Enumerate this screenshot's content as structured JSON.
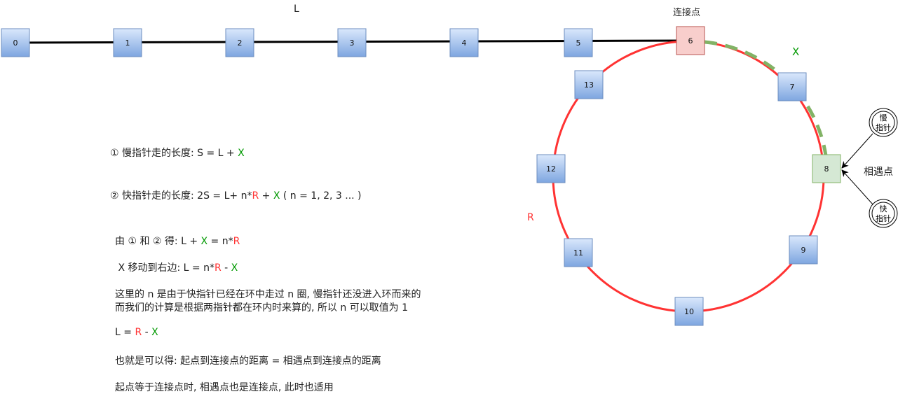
{
  "labels": {
    "L": "L",
    "X": "X",
    "R": "R",
    "connect_point": "连接点",
    "meet_point": "相遇点",
    "slow_pointer": [
      "慢",
      "指针"
    ],
    "fast_pointer": [
      "快",
      "指针"
    ]
  },
  "nodes": [
    "0",
    "1",
    "2",
    "3",
    "4",
    "5",
    "6",
    "7",
    "8",
    "9",
    "10",
    "11",
    "12",
    "13"
  ],
  "colors": {
    "node_fill": "#a9c4eb",
    "node_stroke": "#6c8ebf",
    "connect_fill": "#f8cecc",
    "connect_stroke": "#b85450",
    "meet_fill": "#d5e8d4",
    "meet_stroke": "#82b366",
    "ring": "#ff3333",
    "dash": "#82b366",
    "red": "#ff3333",
    "green": "#009900"
  },
  "text": {
    "eq1_pre": "① 慢指针走的长度:  S = L + ",
    "eq1_x": "X",
    "eq2_pre": "② 快指针走的长度: 2S = L+ n*",
    "eq2_r": "R",
    "eq2_mid": " + ",
    "eq2_x": "X",
    "eq2_post": " ( n = 1, 2, 3 ... )",
    "eq3_pre": "由 ① 和 ② 得: L + ",
    "eq3_x": "X",
    "eq3_mid": " = n*",
    "eq3_r": "R",
    "eq4_pre": " X 移动到右边: L = n*",
    "eq4_r": "R",
    "eq4_mid": " - ",
    "eq4_x": "X",
    "para1": "这里的 n 是由于快指针已经在环中走过 n 圈, 慢指针还没进入环而来的",
    "para2": "而我们的计算是根据两指针都在环内时来算的, 所以 n 可以取值为 1",
    "eq5_pre": "L = ",
    "eq5_r": "R",
    "eq5_mid": " - ",
    "eq5_x": "X",
    "conclusion": "也就是可以得: 起点到连接点的距离 = 相遇点到连接点的距离",
    "note": "起点等于连接点时, 相遇点也是连接点, 此时也适用"
  }
}
